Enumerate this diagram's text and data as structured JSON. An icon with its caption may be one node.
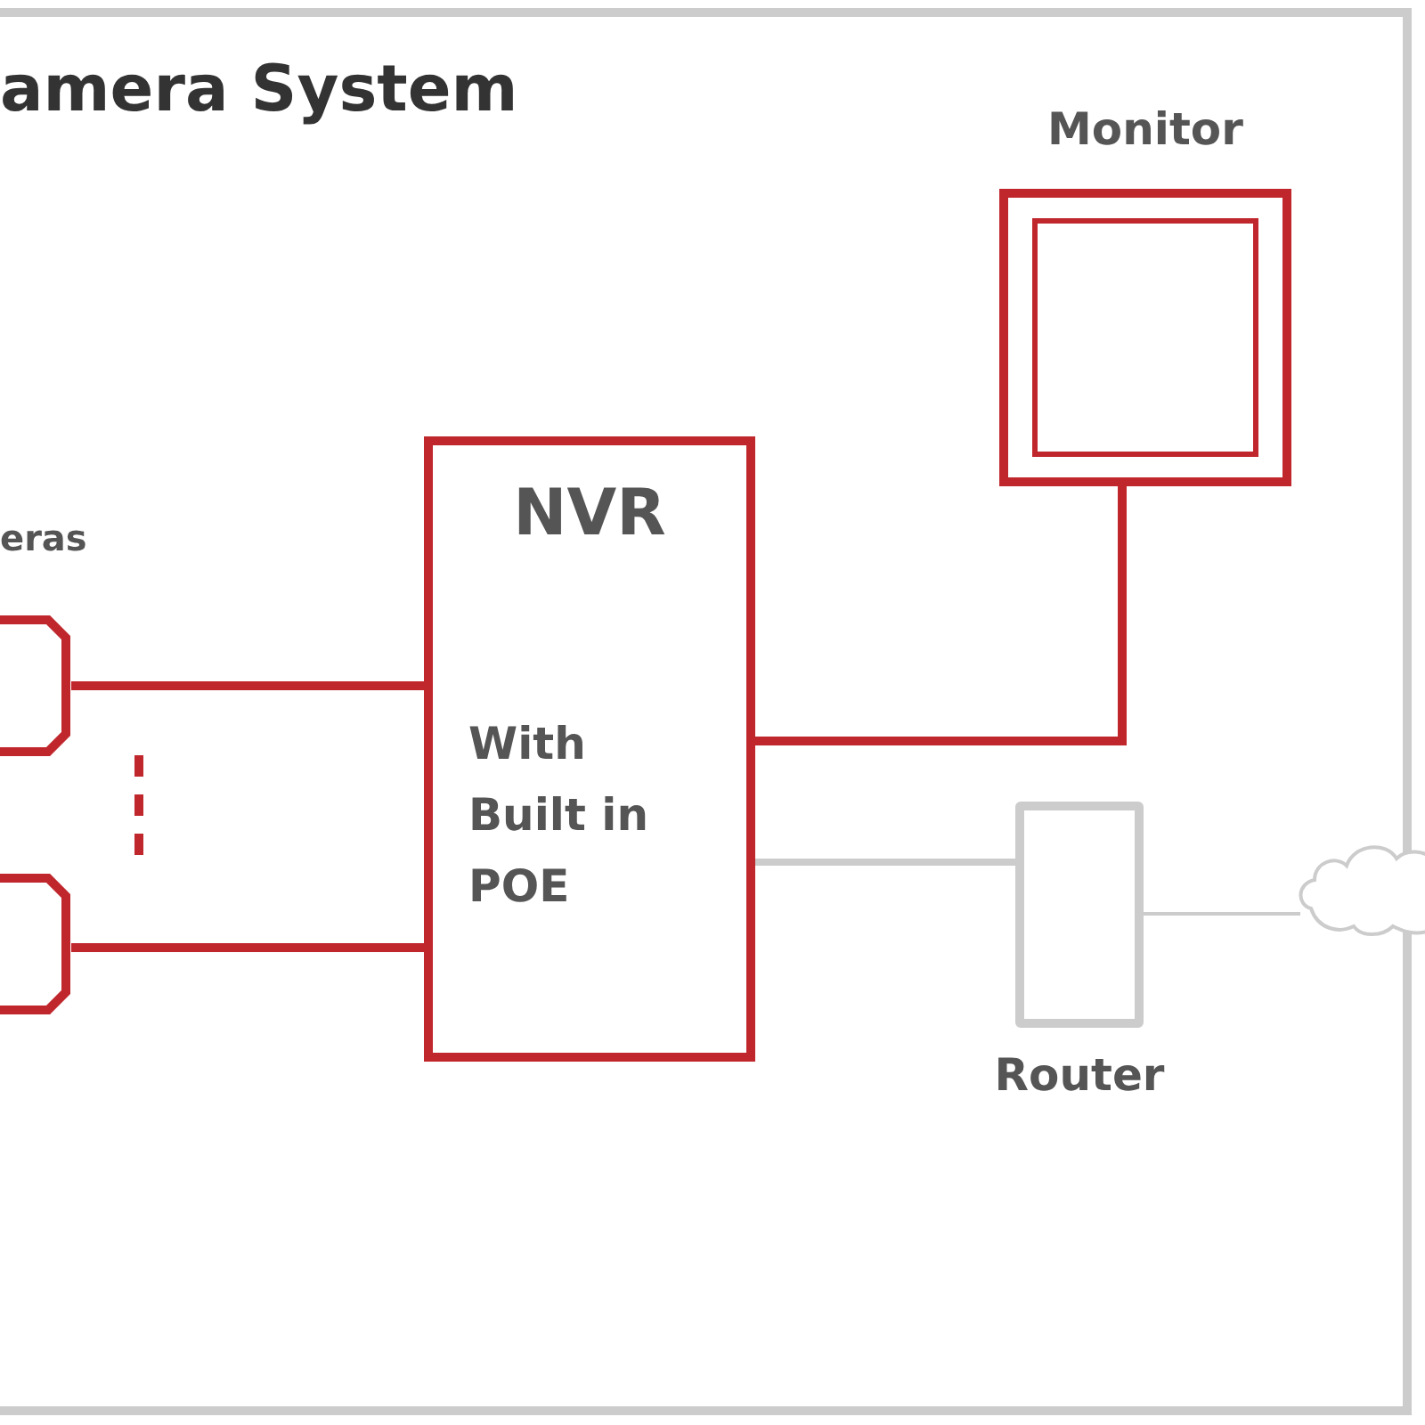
{
  "diagram": {
    "title": "amera System",
    "nodes": [
      {
        "text": [],
        "shape": "box"
      },
      {
        "text": [],
        "shape": "box"
      },
      {
        "text": [
          "NVR",
          "With Built in POE"
        ]
      },
      {
        "text": [
          "Monitor"
        ]
      },
      {
        "text": [
          "Router"
        ]
      },
      {
        "text": [],
        "shape": "cloud"
      }
    ],
    "edges": [
      {
        "from": 0,
        "to": 2,
        "arrow": "none"
      },
      {
        "from": 1,
        "to": 2,
        "arrow": "none"
      },
      {
        "from": 2,
        "to": 3,
        "arrow": "none"
      },
      {
        "from": 2,
        "to": 4,
        "arrow": "none",
        "color": "#cccccc"
      },
      {
        "from": 4,
        "to": 5,
        "arrow": "none",
        "color": "#cccccc"
      }
    ],
    "labels": [
      "eras"
    ]
  }
}
